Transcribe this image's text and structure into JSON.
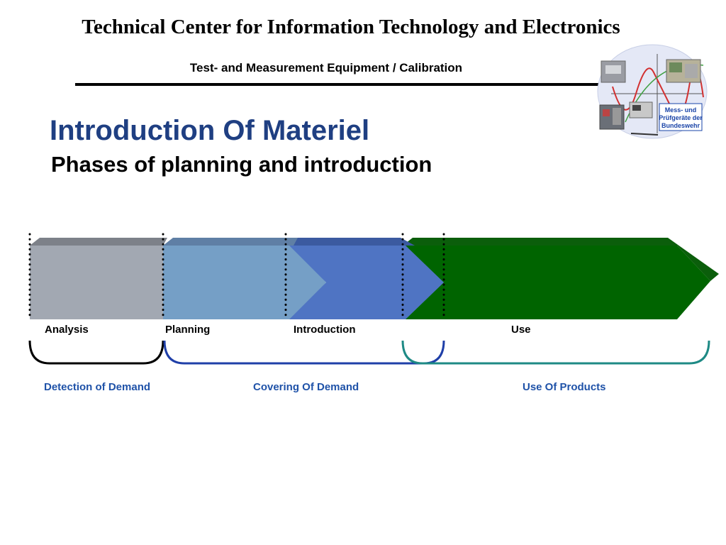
{
  "header": {
    "org_title": "Technical Center for Information Technology and Electronics",
    "dept_title": "Test- and Measurement Equipment / Calibration",
    "logo_text_line1": "Mess- und",
    "logo_text_line2": "Prüfgeräte der",
    "logo_text_line3": "Bundeswehr"
  },
  "slide": {
    "title": "Introduction Of Materiel",
    "subtitle": "Phases of planning and introduction"
  },
  "phases": [
    {
      "label": "Analysis",
      "color": "#a2a8b2"
    },
    {
      "label": "Planning",
      "color": "#759fc6"
    },
    {
      "label": "Introduction",
      "color": "#4f74c3"
    },
    {
      "label": "Use",
      "color": "#006400"
    }
  ],
  "groups": [
    {
      "label": "Detection of Demand",
      "bracket_color": "#000000"
    },
    {
      "label": "Covering Of Demand",
      "bracket_color": "#1f3fa8"
    },
    {
      "label": "Use Of Products",
      "bracket_color": "#1e8a85"
    }
  ]
}
